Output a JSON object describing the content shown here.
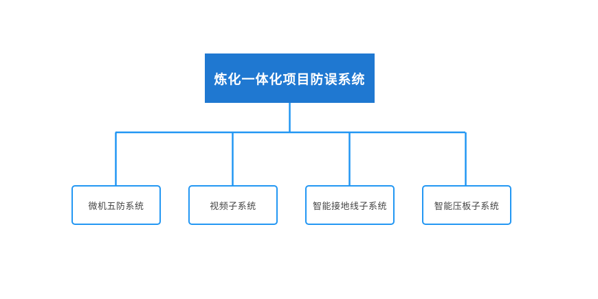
{
  "diagram": {
    "type": "org-chart",
    "orientation": "top-down",
    "background_color": "#FFFFFF",
    "connector_color": "#2196F3",
    "root": {
      "label": "炼化一体化项目防误系统",
      "fill_color": "#1F78D1",
      "text_color": "#FFFFFF"
    },
    "children": [
      {
        "label": "微机五防系统",
        "border_color": "#2196F3",
        "text_color": "#444444"
      },
      {
        "label": "视频子系统",
        "border_color": "#2196F3",
        "text_color": "#444444"
      },
      {
        "label": "智能接地线子系统",
        "border_color": "#2196F3",
        "text_color": "#444444"
      },
      {
        "label": "智能压板子系统",
        "border_color": "#2196F3",
        "text_color": "#444444"
      }
    ]
  }
}
